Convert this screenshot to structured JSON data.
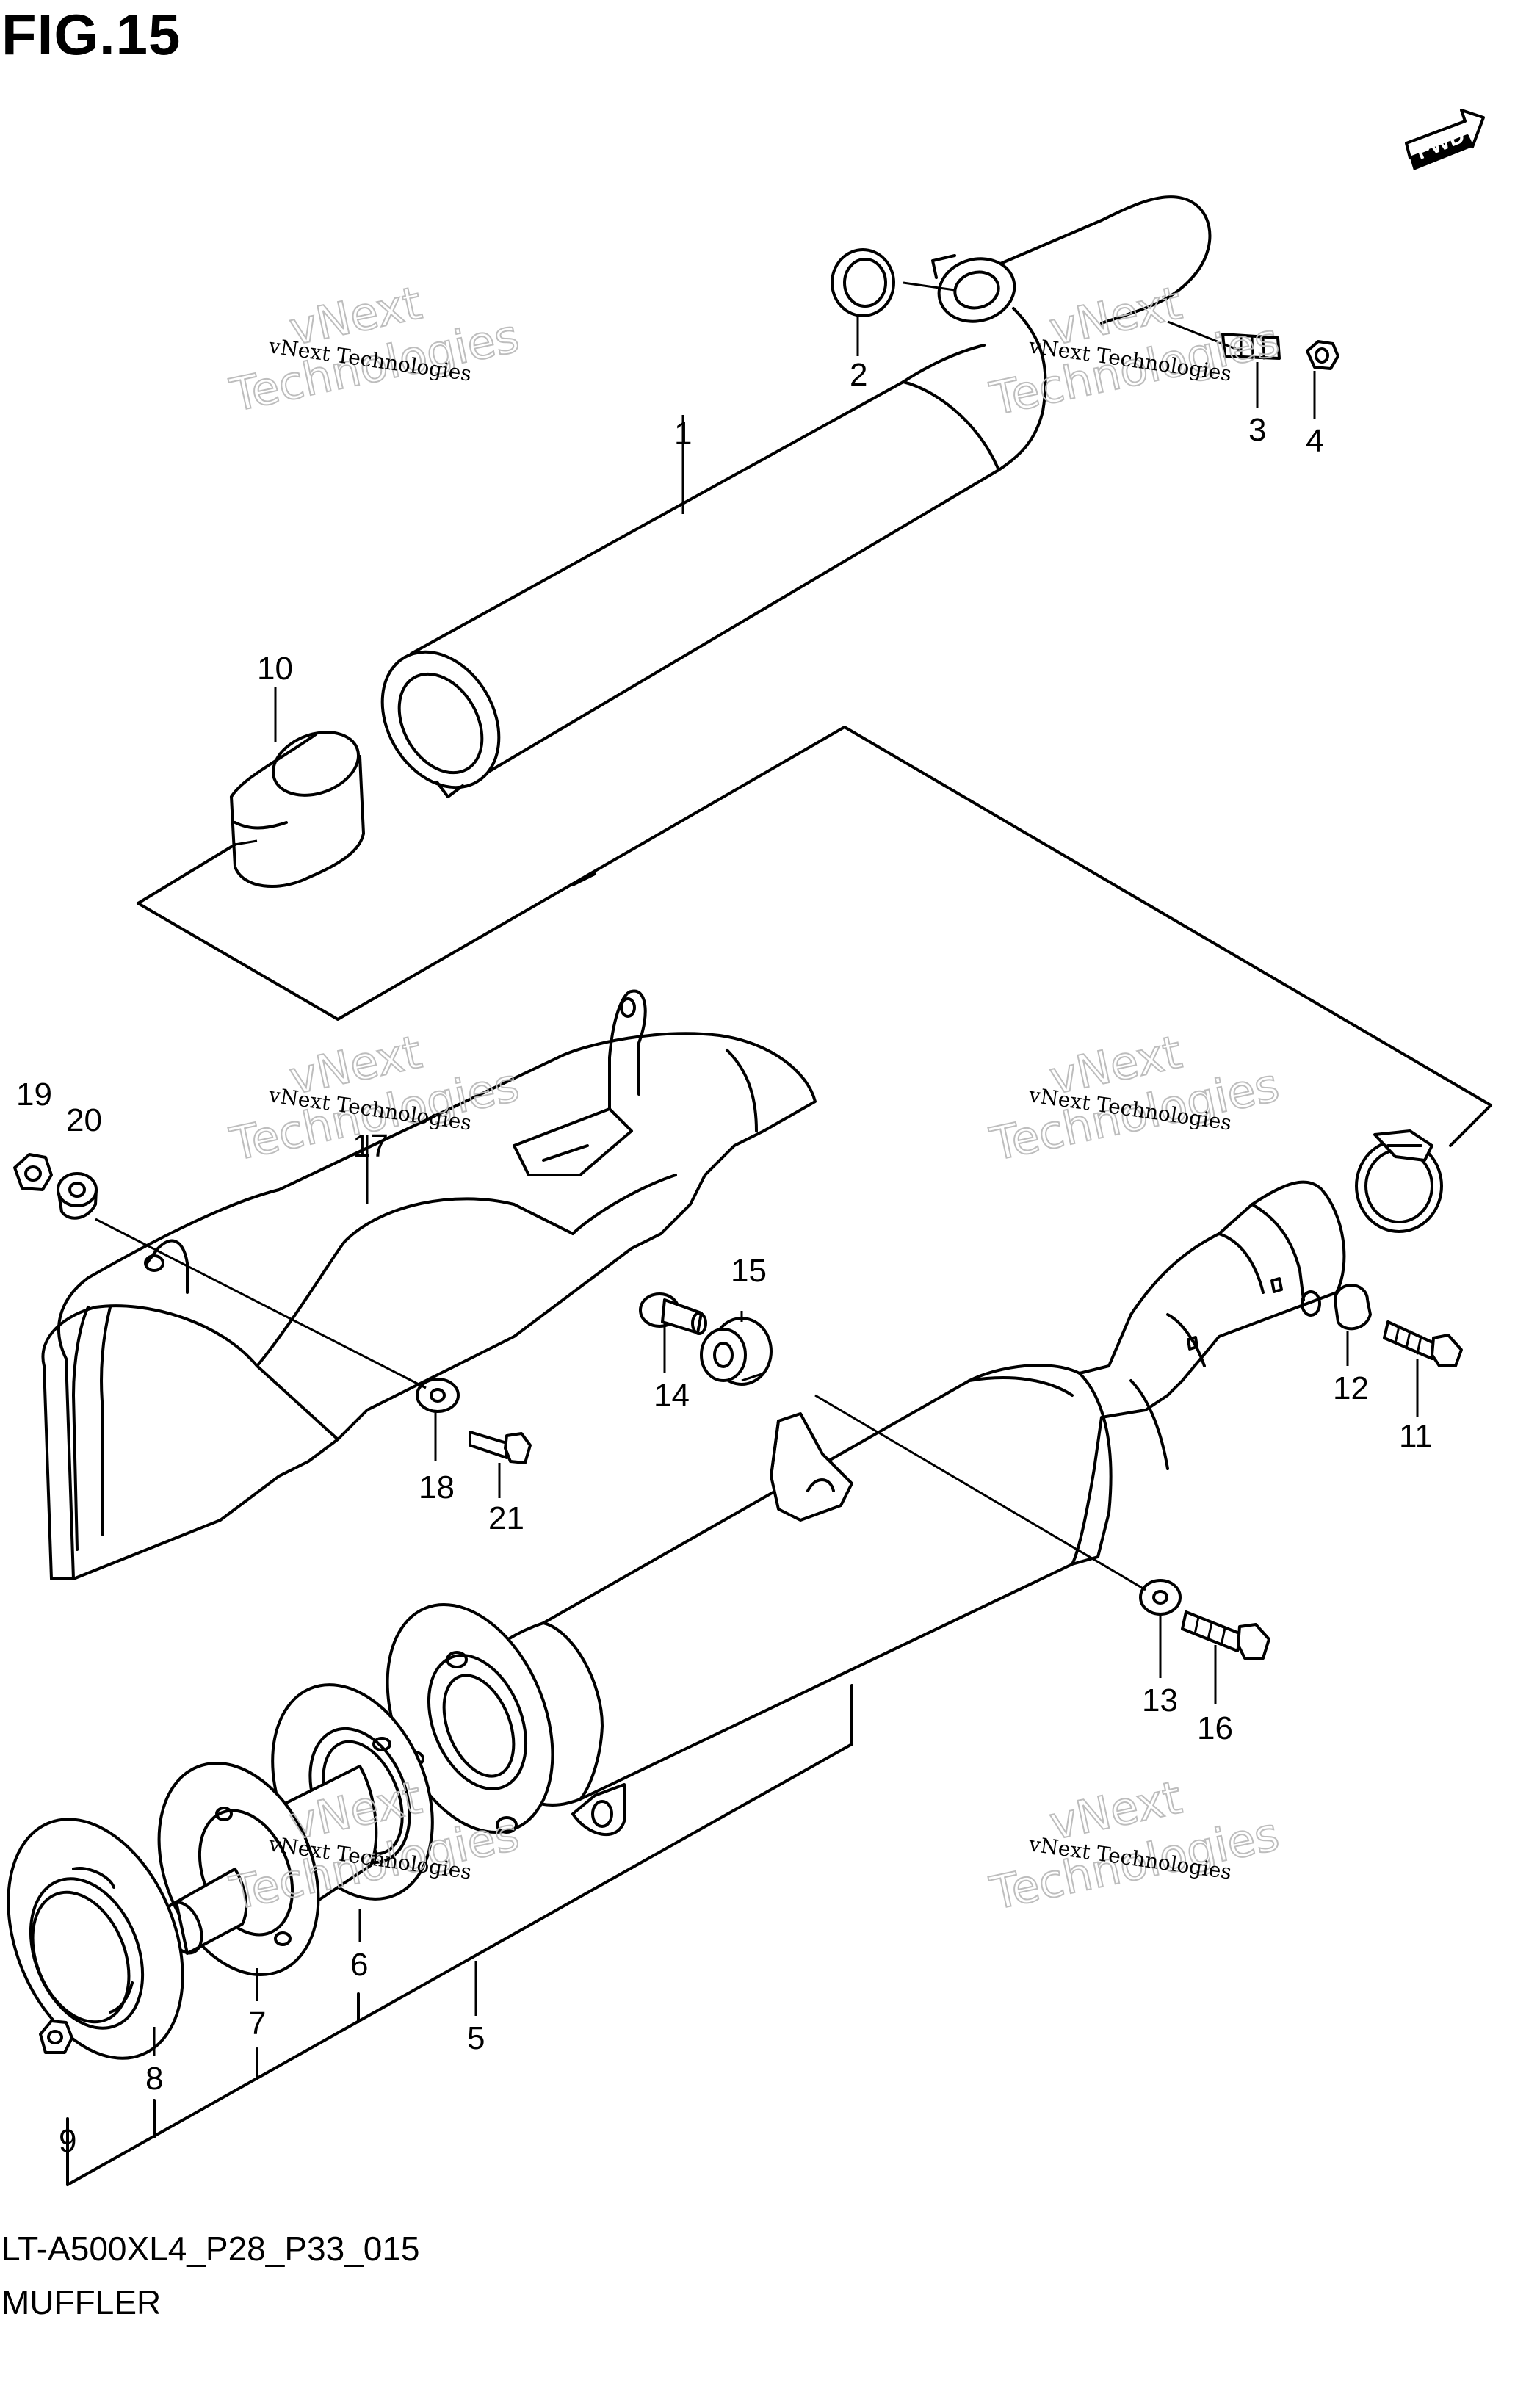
{
  "figure": {
    "title": "FIG.15",
    "code": "LT-A500XL4_P28_P33_015",
    "name": "MUFFLER",
    "fwd_label": "FWD"
  },
  "watermark": {
    "line1": "vNext Technologies",
    "line2": "vNext",
    "line3": "Technologies"
  },
  "callouts": [
    "1",
    "2",
    "3",
    "4",
    "5",
    "6",
    "7",
    "8",
    "9",
    "10",
    "11",
    "12",
    "13",
    "14",
    "15",
    "16",
    "17",
    "18",
    "19",
    "20",
    "21"
  ]
}
